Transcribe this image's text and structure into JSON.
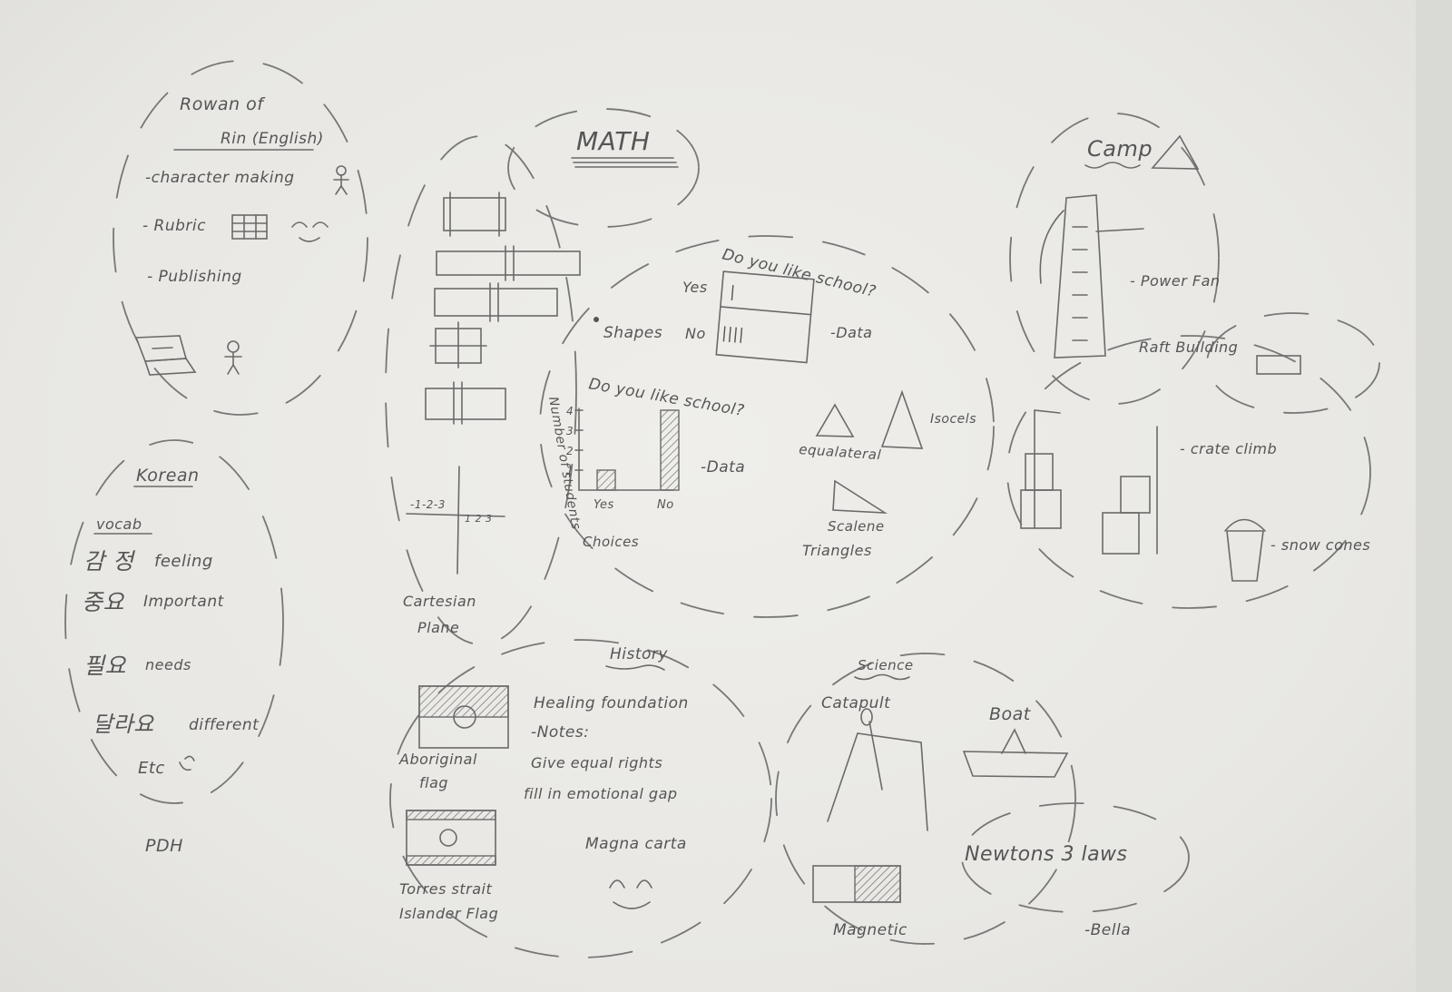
{
  "english": {
    "title_1": "Rowan of",
    "title_2": "Rin (English)",
    "items": [
      "-character making",
      "- Rubric",
      "- Publishing"
    ]
  },
  "korean": {
    "title": "Korean",
    "subtitle": "vocab",
    "vocab": [
      {
        "korean": "감 정",
        "english": "feeling"
      },
      {
        "korean": "중요",
        "english": "Important"
      },
      {
        "korean": "필요",
        "english": "needs"
      },
      {
        "korean": "달라요",
        "english": "different"
      }
    ],
    "etc": "Etc"
  },
  "pdh": "PDH",
  "math": {
    "title": "MATH",
    "shapes_label": "Shapes",
    "survey_question": "Do you like school?",
    "yes": "Yes",
    "no": "No",
    "tally_yes": "|",
    "tally_no": "||||",
    "data_label": "-Data",
    "chart_question": "Do you like school?",
    "chart_ylabel": "Number of students",
    "chart_xlabel": "Choices",
    "chart_data_label": "-Data",
    "cartesian_label_1": "Cartesian",
    "cartesian_label_2": "Plane",
    "cartesian_ticks_x": "-1-2-3",
    "cartesian_ticks_xpos": "1 2 3",
    "triangle_labels": [
      "equalateral",
      "Isocels",
      "Scalene",
      "Triangles"
    ]
  },
  "chart_data": {
    "type": "bar",
    "categories": [
      "Yes",
      "No"
    ],
    "values": [
      1,
      4
    ],
    "ylabel": "Number of students",
    "xlabel": "Choices",
    "title": "Do you like school?",
    "ylim": [
      0,
      4
    ],
    "yticks": [
      "1",
      "2",
      "3",
      "4"
    ]
  },
  "camp": {
    "title": "Camp",
    "items": [
      "- Power Fan",
      "Raft Building",
      "- crate climb",
      "- snow cones"
    ]
  },
  "history": {
    "title": "History",
    "healing": "Healing foundation",
    "notes": "-Notes:",
    "note_lines": [
      "Give equal rights",
      "fill in emotional gap"
    ],
    "magna": "Magna carta",
    "flag1_1": "Aboriginal",
    "flag1_2": "flag",
    "flag2_1": "Torres strait",
    "flag2_2": "Islander Flag"
  },
  "science": {
    "title": "Science",
    "catapult": "Catapult",
    "boat": "Boat",
    "magnetic": "Magnetic",
    "newtons": "Newtons 3 laws"
  },
  "signature": "-Bella",
  "colors": {
    "paper": "#eceae6",
    "pencil": "#5a5a5a"
  }
}
